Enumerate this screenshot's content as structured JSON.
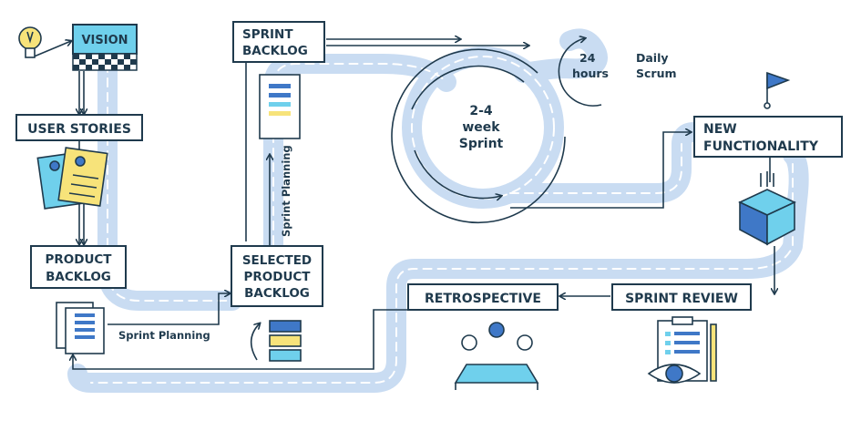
{
  "stages": {
    "vision": "VISION",
    "user_stories": "USER STORIES",
    "product_backlog_1": "PRODUCT",
    "product_backlog_2": "BACKLOG",
    "selected_1": "SELECTED",
    "selected_2": "PRODUCT",
    "selected_3": "BACKLOG",
    "sprint_backlog_1": "SPRINT",
    "sprint_backlog_2": "BACKLOG",
    "new_func_1": "NEW",
    "new_func_2": "FUNCTIONALITY",
    "sprint_review": "SPRINT REVIEW",
    "retrospective": "RETROSPECTIVE"
  },
  "labels": {
    "sprint_planning_h": "Sprint Planning",
    "sprint_planning_v": "Sprint Planning",
    "sprint_1": "2-4",
    "sprint_2": "week",
    "sprint_3": "Sprint",
    "hours_1": "24",
    "hours_2": "hours",
    "daily_1": "Daily",
    "daily_2": "Scrum"
  },
  "colors": {
    "road": "#c9dcf2",
    "outline": "#1f3a4d",
    "accent_blue": "#3f78c7",
    "accent_cyan": "#6fd0ec",
    "accent_yellow": "#f7e37a"
  },
  "icons": [
    "lightbulb-icon",
    "checkered-flag-icon",
    "user-story-cards-icon",
    "backlog-documents-icon",
    "stacked-items-icon",
    "sprint-document-icon",
    "goal-flag-icon",
    "open-box-icon",
    "team-meeting-icon",
    "review-clipboard-eye-icon"
  ]
}
